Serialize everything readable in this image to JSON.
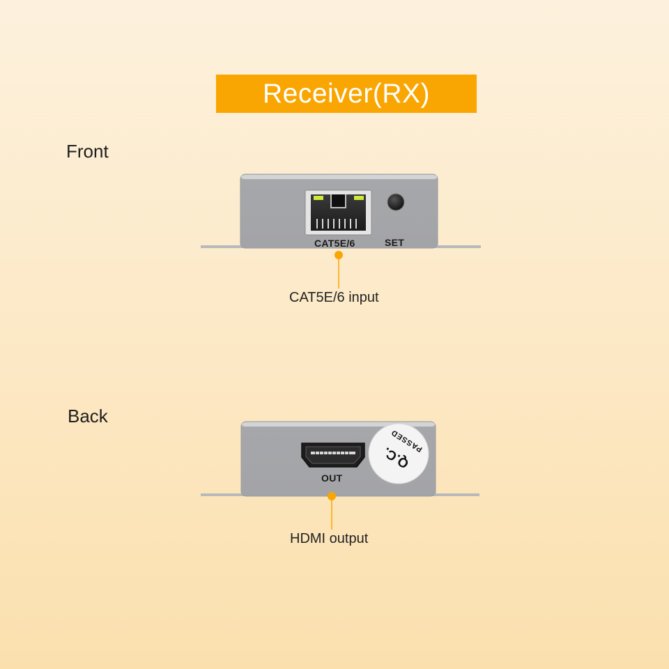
{
  "title": "Receiver(RX)",
  "front": {
    "label": "Front",
    "port_label": "CAT5E/6",
    "set_label": "SET",
    "callout": "CAT5E/6 input"
  },
  "back": {
    "label": "Back",
    "port_label": "OUT",
    "qc_line1": "Q.C.",
    "qc_line2": "PASSED",
    "callout": "HDMI output"
  },
  "colors": {
    "accent": "#f9a602",
    "device_body": "#a9aaac",
    "callout_dot": "#f9a602"
  }
}
